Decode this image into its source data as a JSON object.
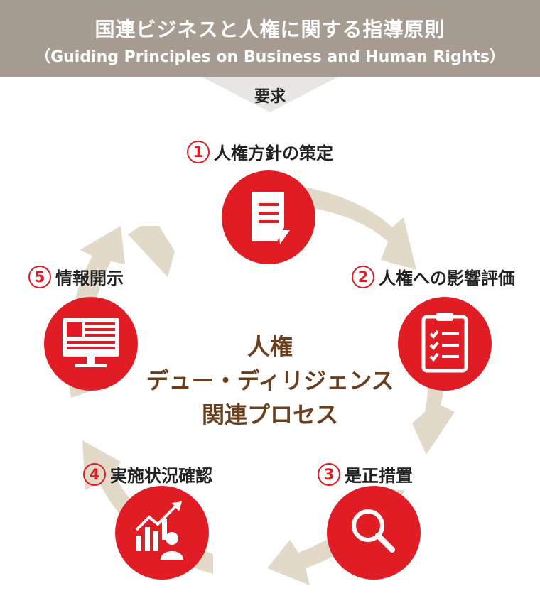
{
  "header": {
    "title": "国連ビジネスと人権に関する指導原則",
    "subtitle": "（Guiding Principles on Business and Human Rights）"
  },
  "arrow_label": "要求",
  "center": {
    "line1": "人権",
    "line2": "デュー・ディリジェンス",
    "line3": "関連プロセス"
  },
  "steps": [
    {
      "number": "1",
      "label": "人権方針の策定",
      "icon": "document-icon"
    },
    {
      "number": "2",
      "label": "人権への影響評価",
      "icon": "checklist-icon"
    },
    {
      "number": "3",
      "label": "是正措置",
      "icon": "magnifier-icon"
    },
    {
      "number": "4",
      "label": "実施状況確認",
      "icon": "chart-person-icon"
    },
    {
      "number": "5",
      "label": "情報開示",
      "icon": "monitor-icon"
    }
  ],
  "colors": {
    "header": "#a69c91",
    "ring": "#e3d9c9",
    "accent": "#e01c24",
    "center_text": "#6b3f1d"
  }
}
